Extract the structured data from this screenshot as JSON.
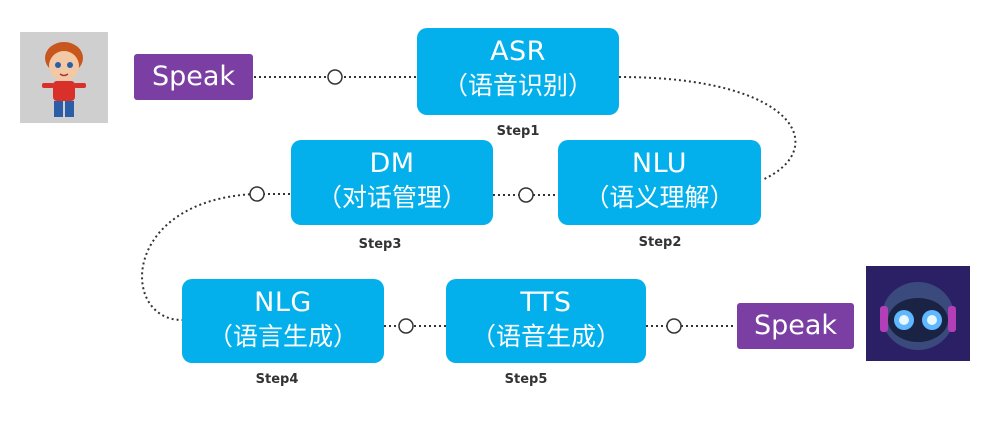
{
  "stages": [
    {
      "abbr": "ASR",
      "cn": "（语音识别）",
      "step": "Step1"
    },
    {
      "abbr": "NLU",
      "cn": "（语义理解）",
      "step": "Step2"
    },
    {
      "abbr": "DM",
      "cn": "（对话管理）",
      "step": "Step3"
    },
    {
      "abbr": "NLG",
      "cn": "（语言生成）",
      "step": "Step4"
    },
    {
      "abbr": "TTS",
      "cn": "（语音生成）",
      "step": "Step5"
    }
  ],
  "speak_user": "Speak",
  "speak_robot": "Speak",
  "colors": {
    "stage": "#03b0ec",
    "speak": "#7b3ea2",
    "connector": "#333333"
  },
  "icons": {
    "user": "cartoon-boy-avatar",
    "robot": "robot-avatar"
  }
}
